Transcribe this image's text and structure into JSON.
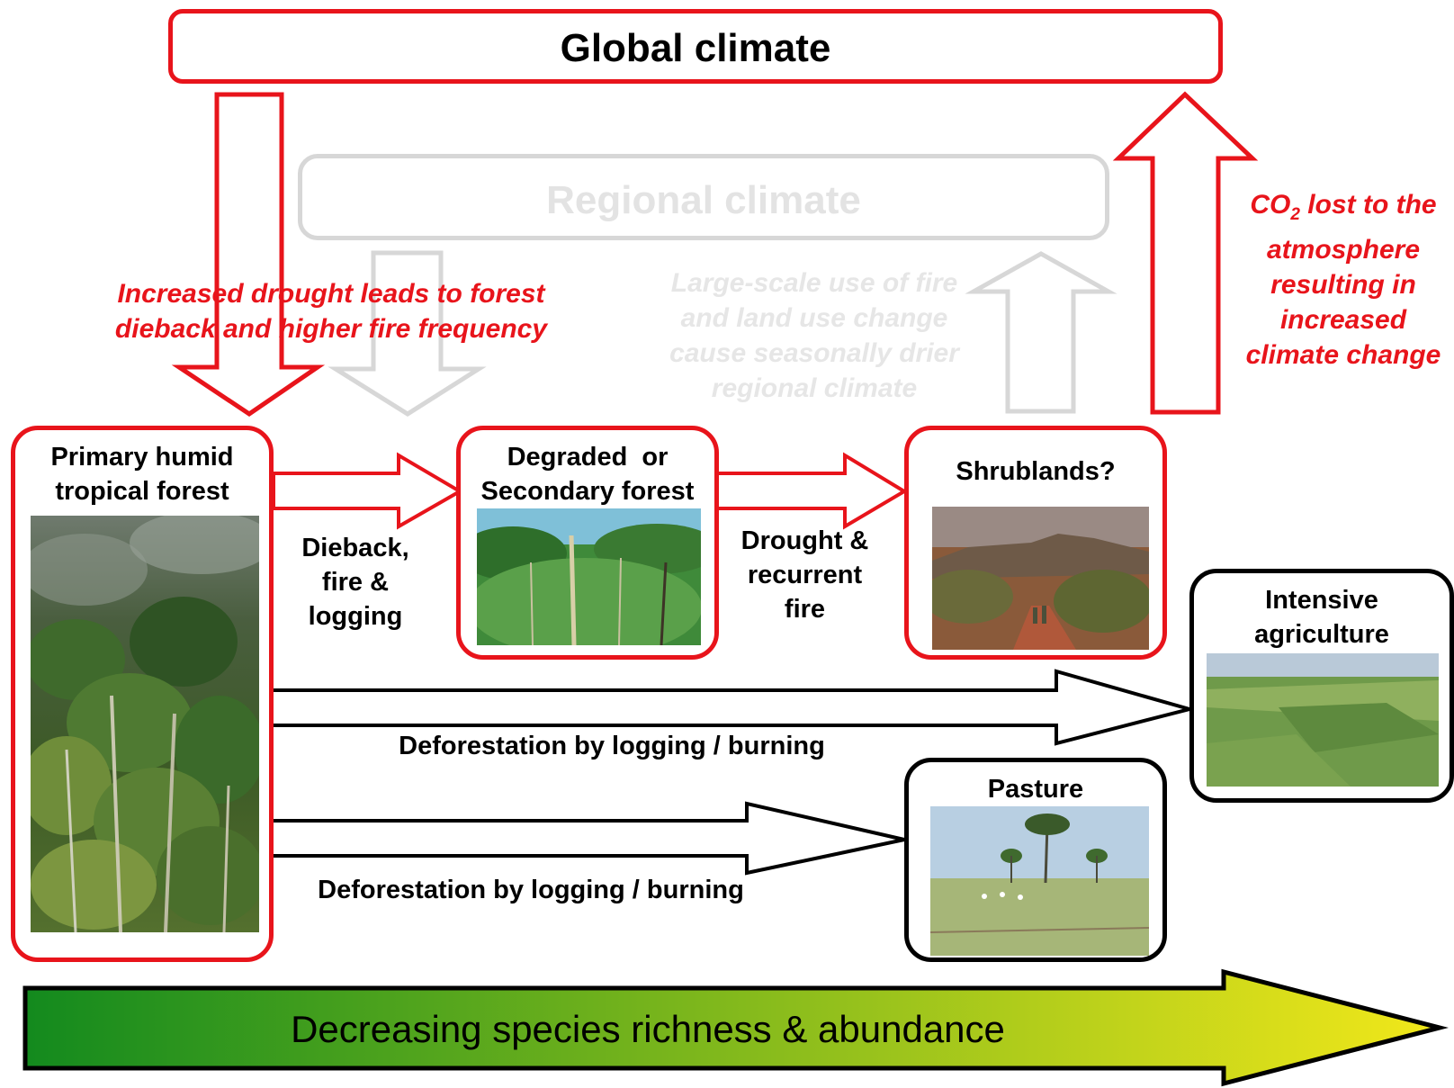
{
  "global_climate": {
    "label": "Global climate"
  },
  "regional_climate": {
    "label": "Regional climate"
  },
  "drought_note": {
    "line1": "Increased drought leads to forest",
    "line2": "dieback and higher fire frequency"
  },
  "fire_note": {
    "line1": "Large-scale use of fire",
    "line2": "and land use change",
    "line3": "cause seasonally drier",
    "line4": "regional climate"
  },
  "co2_note": {
    "co": "CO",
    "sub": "2",
    "rest1": " lost to the",
    "line2": "atmosphere",
    "line3": "resulting in",
    "line4": "increased",
    "line5": "climate change"
  },
  "nodes": {
    "primary_forest": {
      "line1": "Primary humid",
      "line2": "tropical forest"
    },
    "degraded_forest": {
      "line1": "Degraded  or",
      "line2": "Secondary forest"
    },
    "shrublands": {
      "label": "Shrublands?"
    },
    "intensive_agriculture": {
      "line1": "Intensive",
      "line2": "agriculture"
    },
    "pasture": {
      "label": "Pasture"
    }
  },
  "transitions": {
    "dieback": {
      "line1": "Dieback,",
      "line2": "fire &",
      "line3": "logging"
    },
    "drought_fire": {
      "line1": "Drought &",
      "line2": "recurrent",
      "line3": "fire"
    },
    "deforestation_agri": "Deforestation by logging / burning",
    "deforestation_pasture": "Deforestation by logging / burning"
  },
  "gradient_bar": {
    "label": "Decreasing species richness & abundance",
    "color_start": "#138a1e",
    "color_end": "#f2e81a"
  },
  "colors": {
    "accent_red": "#e8141b",
    "faded_gray": "#d7d7d7"
  }
}
